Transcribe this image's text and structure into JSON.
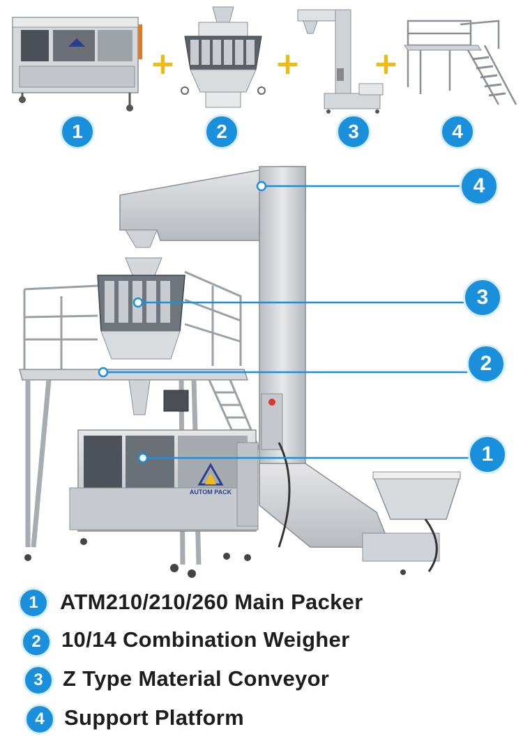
{
  "top_row": {
    "items": [
      {
        "number": "1",
        "name": "packer-thumbnail"
      },
      {
        "number": "2",
        "name": "weigher-thumbnail"
      },
      {
        "number": "3",
        "name": "conveyor-thumbnail"
      },
      {
        "number": "4",
        "name": "platform-thumbnail"
      }
    ],
    "plus": "+"
  },
  "callouts": [
    {
      "number": "4"
    },
    {
      "number": "3"
    },
    {
      "number": "2"
    },
    {
      "number": "1"
    }
  ],
  "logo": {
    "text": "AUTOM PACK"
  },
  "legend": [
    {
      "number": "1",
      "label": "ATM210/210/260 Main Packer"
    },
    {
      "number": "2",
      "label": "10/14 Combination Weigher"
    },
    {
      "number": "3",
      "label": "Z Type Material Conveyor"
    },
    {
      "number": "4",
      "label": "Support Platform"
    }
  ],
  "colors": {
    "accent_blue": "#1a8fdc",
    "plus_yellow": "#f2b90f",
    "steel": "#c9ccd0"
  }
}
